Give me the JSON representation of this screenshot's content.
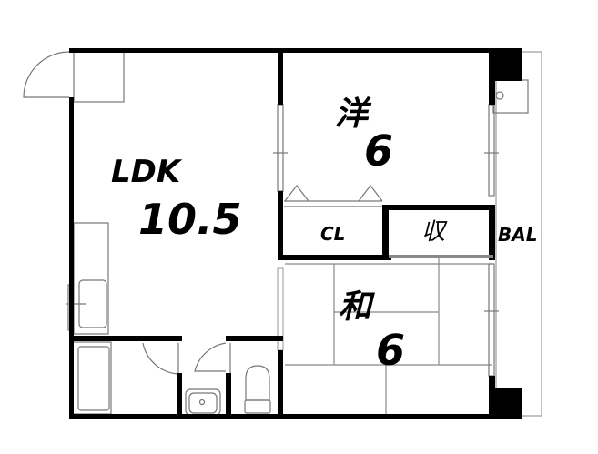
{
  "plan": {
    "title": "1LDK floor plan",
    "rooms": {
      "ldk": {
        "name": "LDK",
        "size": "10.5"
      },
      "western": {
        "name": "洋",
        "size": "6"
      },
      "closet": {
        "name": "CL"
      },
      "storage": {
        "name": "収"
      },
      "balcony": {
        "name": "BAL"
      },
      "japanese": {
        "name": "和",
        "size": "6"
      }
    },
    "fixtures": [
      "entrance-door",
      "shoe-cabinet",
      "kitchen-counter",
      "kitchen-sink",
      "bathtub",
      "washbasin",
      "toilet",
      "washing-machine-tap"
    ]
  },
  "colors": {
    "wall": "#000000",
    "thin_line": "#888888",
    "background": "#ffffff"
  }
}
